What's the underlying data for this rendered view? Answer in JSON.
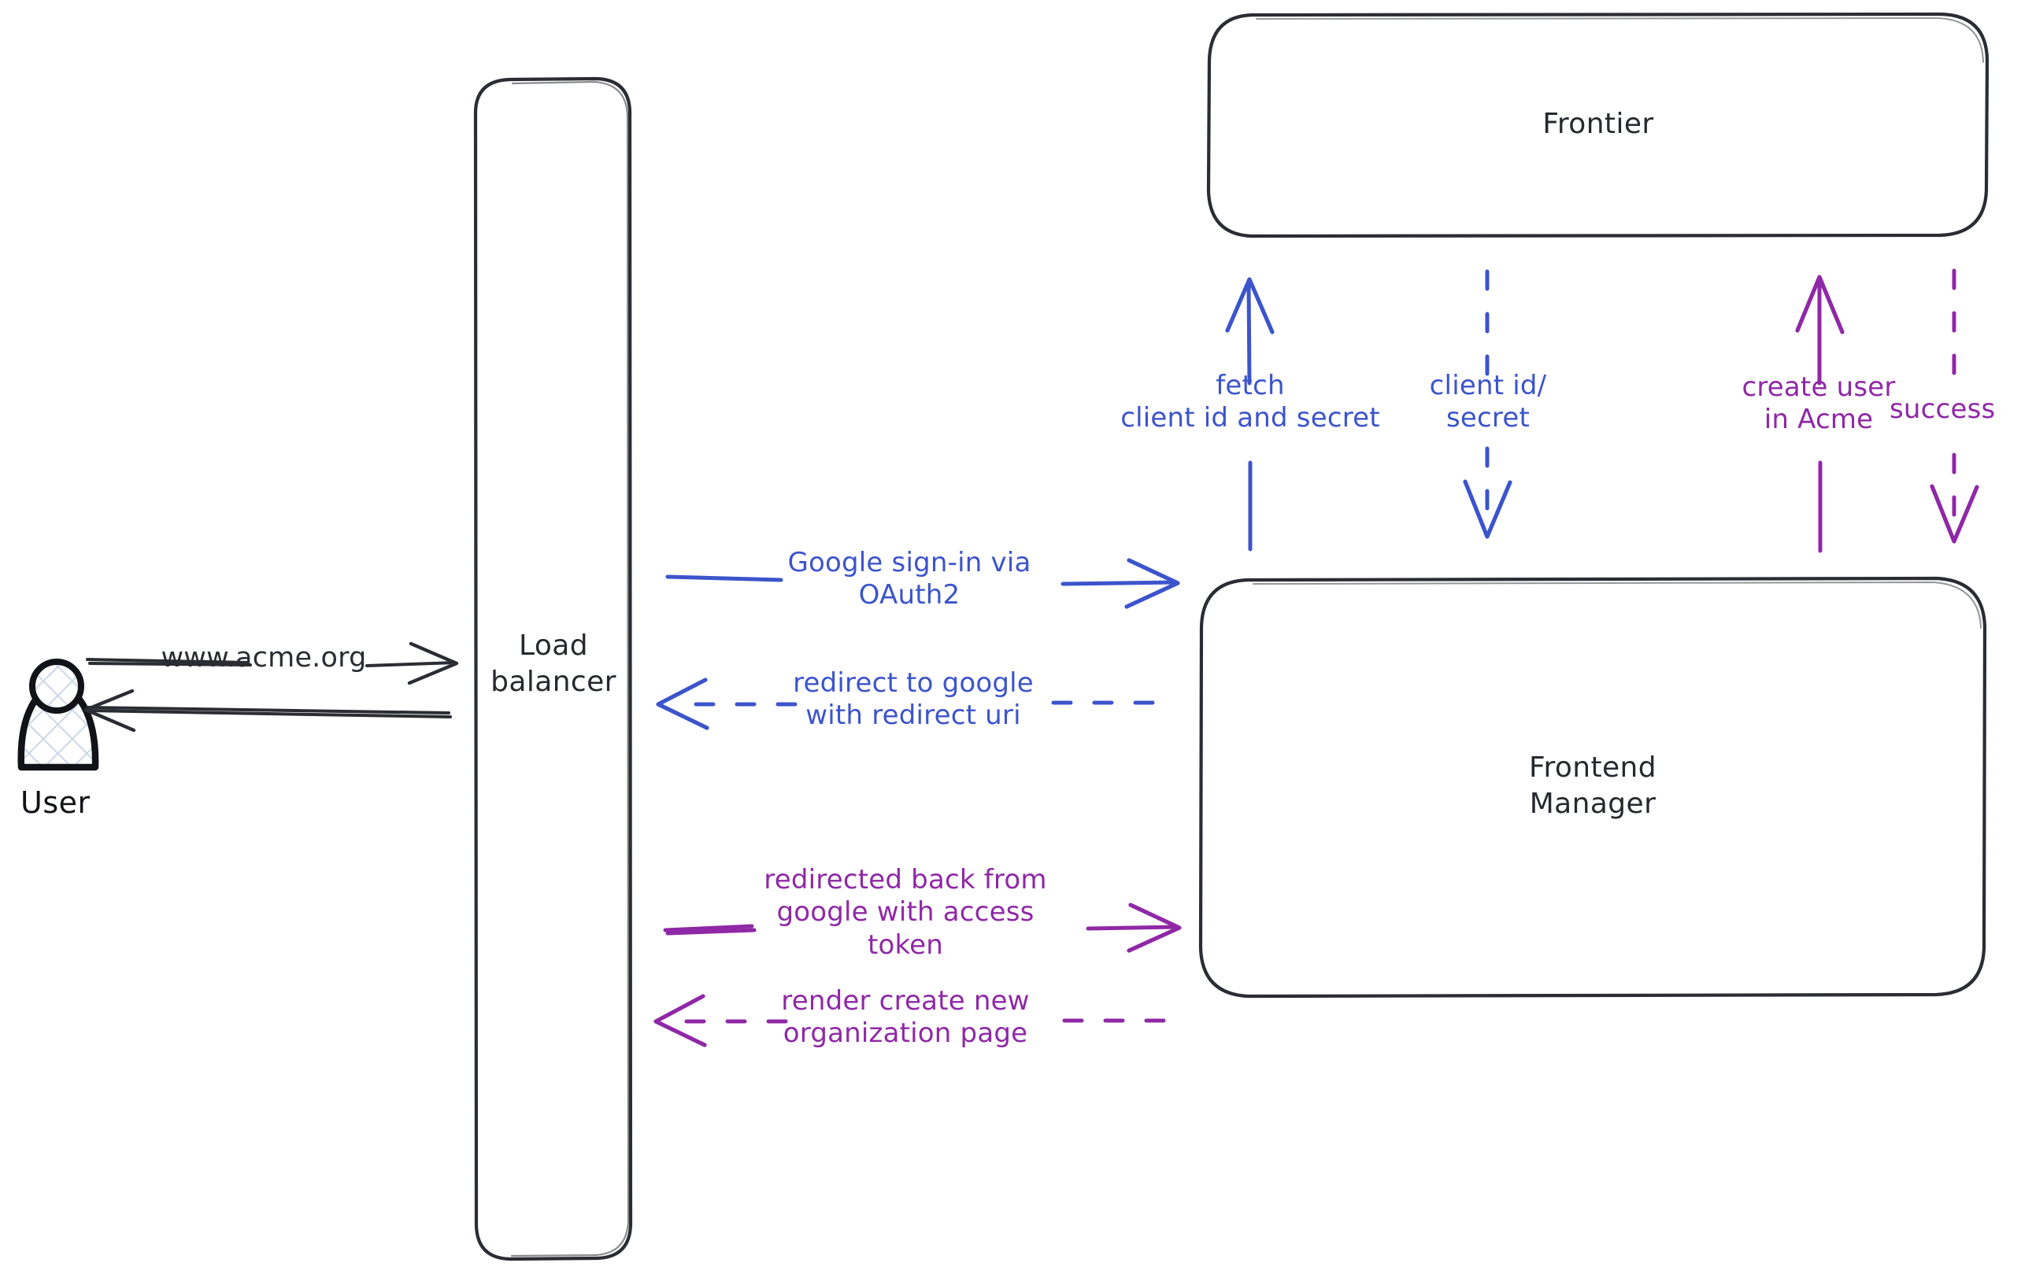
{
  "diagram": {
    "title": "Google OAuth2 sign-in sequence",
    "background": "#ffffff",
    "colors": {
      "stroke_black": "#2a2d33",
      "blue": "#3c54cb",
      "purple": "#8f28a6",
      "user_fill": "#ced8e6"
    }
  },
  "actors": {
    "user": {
      "label": "User",
      "icon": "person-icon"
    }
  },
  "nodes": [
    {
      "id": "load_balancer",
      "label": "Load\nbalancer"
    },
    {
      "id": "frontier",
      "label": "Frontier"
    },
    {
      "id": "frontend_manager",
      "label": "Frontend\nManager"
    }
  ],
  "edges": [
    {
      "id": "user-to-lb",
      "label": "www.acme.org",
      "color": "#2a2d33",
      "style": "solid",
      "direction": "right",
      "from": "user",
      "to": "load_balancer"
    },
    {
      "id": "lb-to-user",
      "label": "",
      "color": "#2a2d33",
      "style": "solid",
      "direction": "left",
      "from": "load_balancer",
      "to": "user"
    },
    {
      "id": "lb-to-fm-signin",
      "label": "Google sign-in via\nOAuth2",
      "color": "#3c54cb",
      "style": "solid",
      "direction": "right",
      "from": "load_balancer",
      "to": "frontend_manager"
    },
    {
      "id": "fm-to-lb-redirect",
      "label": "redirect to google\nwith redirect uri",
      "color": "#3c54cb",
      "style": "dashed",
      "direction": "left",
      "from": "frontend_manager",
      "to": "load_balancer"
    },
    {
      "id": "lb-to-fm-token",
      "label": "redirected back from\ngoogle with access\ntoken",
      "color": "#8f28a6",
      "style": "solid",
      "direction": "right",
      "from": "load_balancer",
      "to": "frontend_manager"
    },
    {
      "id": "fm-to-lb-render",
      "label": "render create new\norganization page",
      "color": "#8f28a6",
      "style": "dashed",
      "direction": "left",
      "from": "frontend_manager",
      "to": "load_balancer"
    },
    {
      "id": "fm-to-frontier-fetch",
      "label": "fetch\nclient id and secret",
      "color": "#3c54cb",
      "style": "solid",
      "direction": "up",
      "from": "frontend_manager",
      "to": "frontier"
    },
    {
      "id": "frontier-to-fm-creds",
      "label": "client id/\nsecret",
      "color": "#3c54cb",
      "style": "dashed",
      "direction": "down",
      "from": "frontier",
      "to": "frontend_manager"
    },
    {
      "id": "fm-to-frontier-create",
      "label": "create user\nin Acme",
      "color": "#8f28a6",
      "style": "solid",
      "direction": "up",
      "from": "frontend_manager",
      "to": "frontier"
    },
    {
      "id": "frontier-to-fm-success",
      "label": "success",
      "color": "#8f28a6",
      "style": "dashed",
      "direction": "down",
      "from": "frontier",
      "to": "frontend_manager"
    }
  ]
}
